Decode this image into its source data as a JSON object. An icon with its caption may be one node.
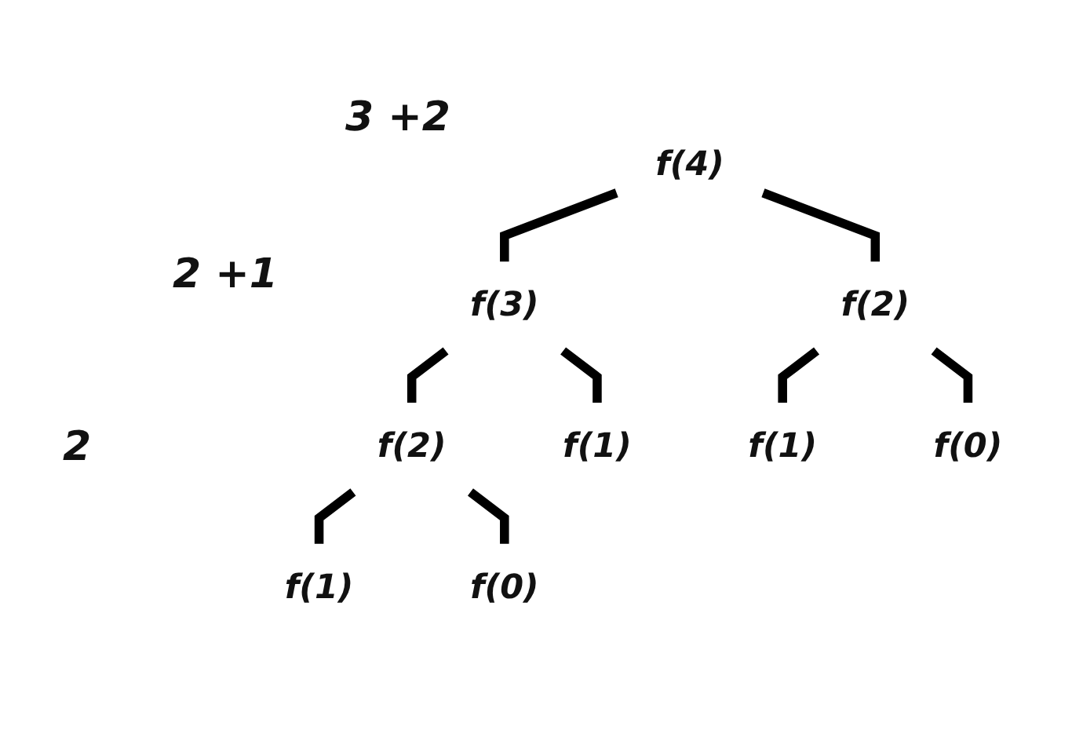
{
  "diagram": {
    "nodes": [
      {
        "text": [
          "f(4)"
        ]
      },
      {
        "text": [
          "f(3)"
        ]
      },
      {
        "text": [
          "f(2)"
        ]
      },
      {
        "text": [
          "f(2)"
        ]
      },
      {
        "text": [
          "f(1)"
        ]
      },
      {
        "text": [
          "f(1)"
        ]
      },
      {
        "text": [
          "f(0)"
        ]
      },
      {
        "text": [
          "f(1)"
        ]
      },
      {
        "text": [
          "f(0)"
        ]
      }
    ],
    "edges": [
      {
        "from": 0,
        "to": 1,
        "arrow": "none"
      },
      {
        "from": 0,
        "to": 2,
        "arrow": "none"
      },
      {
        "from": 1,
        "to": 3,
        "arrow": "none"
      },
      {
        "from": 1,
        "to": 4,
        "arrow": "none"
      },
      {
        "from": 2,
        "to": 5,
        "arrow": "none"
      },
      {
        "from": 2,
        "to": 6,
        "arrow": "none"
      },
      {
        "from": 3,
        "to": 7,
        "arrow": "none"
      },
      {
        "from": 3,
        "to": 8,
        "arrow": "none"
      }
    ],
    "labels": [
      "3 +2",
      "2 +1",
      "2"
    ]
  }
}
